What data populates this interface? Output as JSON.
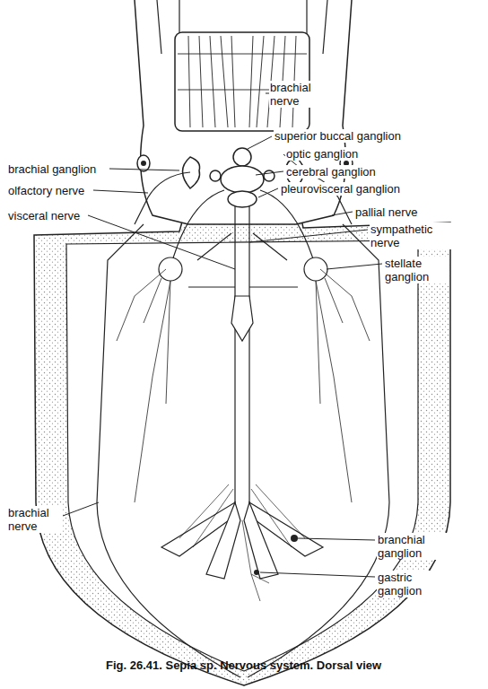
{
  "diagram": {
    "caption": "Fig. 26.41. Sepia sp. Nervous system. Dorsal view",
    "labels": [
      "brachial nerve",
      "superior buccal ganglion",
      "optic ganglion",
      "brachial ganglion",
      "cerebral ganglion",
      "pleurovisceral ganglion",
      "olfactory nerve",
      "visceral nerve",
      "pallial nerve",
      "sympathetic nerve",
      "stellate ganglion",
      "brachial nerve",
      "branchial ganglion",
      "gastric ganglion"
    ]
  }
}
